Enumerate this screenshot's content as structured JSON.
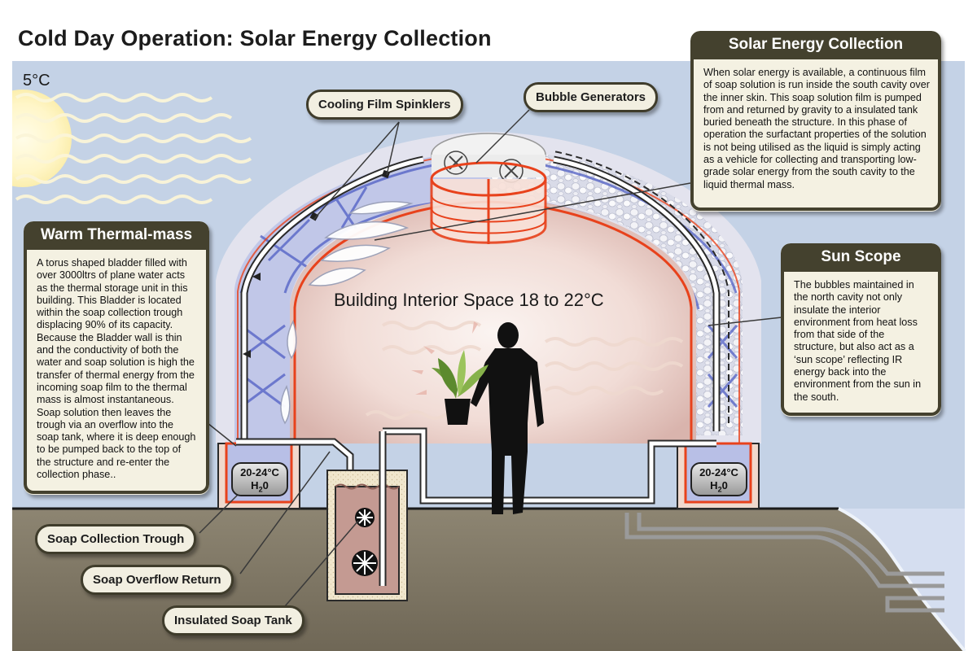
{
  "title": "Cold Day Operation: Solar Energy Collection",
  "outside_temp": "5°C",
  "interior_label": "Building Interior Space 18 to 22°C",
  "callouts": {
    "cooling_film_sprinklers": "Cooling Film Spinklers",
    "bubble_generators": "Bubble Generators",
    "soap_collection_trough": "Soap Collection Trough",
    "soap_overflow_return": "Soap Overflow Return",
    "insulated_soap_tank": "Insulated Soap Tank"
  },
  "panels": {
    "solar_energy": {
      "heading": "Solar Energy Collection",
      "body": "When solar energy is available, a continuous film of soap solution is run inside the south cavity over the inner skin. This soap solution film is pumped from and returned by gravity to a insulated tank buried beneath the structure. In this phase of operation the surfactant properties of the solution is not being utilised as the liquid is simply acting as a vehicle for collecting and transporting low-grade solar energy from the south cavity to the liquid thermal mass."
    },
    "warm_thermal_mass": {
      "heading": "Warm Thermal-mass",
      "body": "A torus shaped bladder filled with over 3000ltrs of plane water acts as the thermal storage unit in this building. This Bladder is located within the soap collection trough displacing 90% of its capacity. Because the Bladder wall is thin and the conductivity of both the water and soap solution is high the transfer of thermal energy from the incoming soap film to the thermal mass is almost instantaneous. Soap solution then leaves the trough via an overflow into the soap tank, where it is deep enough to be pumped back to the top of the structure and re-enter the collection phase.."
    },
    "sun_scope": {
      "heading": "Sun Scope",
      "body": "The bubbles maintained in the north cavity not only insulate the interior environment from heat loss from that side of the structure, but also act as a ‘sun scope’ reflecting IR energy back into the environment from the sun in the south."
    }
  },
  "mass_badges": {
    "left": {
      "temp": "20-24°C",
      "medium": "H",
      "subscript": "2",
      "suffix": "0"
    },
    "right": {
      "temp": "20-24°C",
      "medium": "H",
      "subscript": "2",
      "suffix": "0"
    }
  },
  "colors": {
    "sky": "#c4d2e6",
    "ground": "#7b7361",
    "panel_header": "#44412e",
    "panel_body": "#f4f1e2",
    "pipe_red": "#e8421c",
    "frame_blue": "#5060c8",
    "sun": "#fff8cf",
    "tank_fill": "#c49a92"
  },
  "icons": [
    "sun-icon",
    "person-silhouette-icon",
    "potted-plant-icon",
    "pump-impeller-icon",
    "bubble-generator-fan-icon",
    "sprinkler-nozzle-icon"
  ]
}
